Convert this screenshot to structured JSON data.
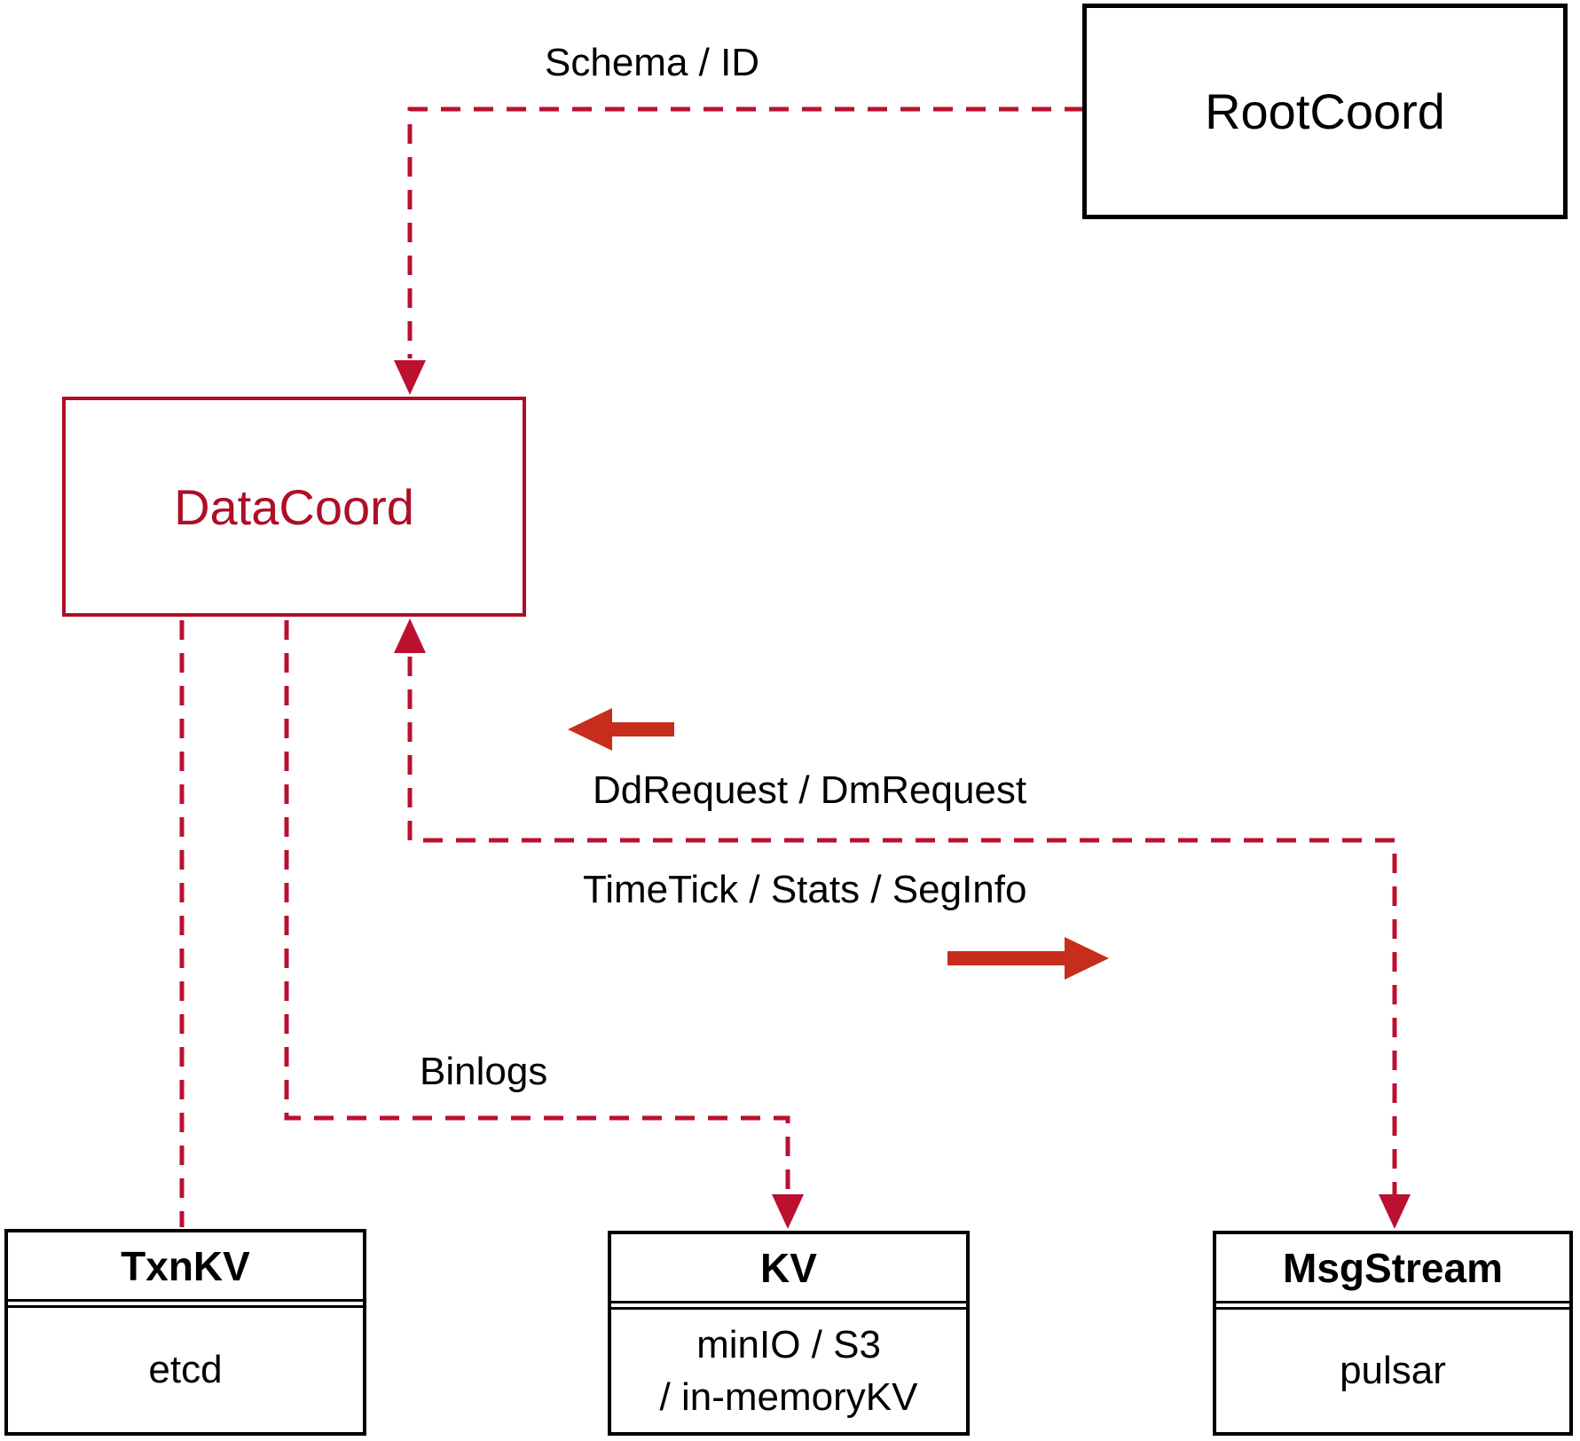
{
  "colors": {
    "background": "#ffffff",
    "ink": "#000000",
    "edge_red": "#bb1030",
    "node_red": "#ae0e27",
    "solid_arrow_red": "#c62d1c"
  },
  "nodes": {
    "rootcoord": {
      "label": "RootCoord"
    },
    "datacoord": {
      "label": "DataCoord"
    },
    "txnkv": {
      "title": "TxnKV",
      "body": "etcd"
    },
    "kv": {
      "title": "KV",
      "body_line1": "minIO / S3",
      "body_line2": "/ in-memoryKV"
    },
    "msgstream": {
      "title": "MsgStream",
      "body": "pulsar"
    }
  },
  "edge_labels": {
    "schema_id": "Schema / ID",
    "dd_dm_request": "DdRequest / DmRequest",
    "timetick_stats_seginfo": "TimeTick / Stats / SegInfo",
    "binlogs": "Binlogs"
  }
}
